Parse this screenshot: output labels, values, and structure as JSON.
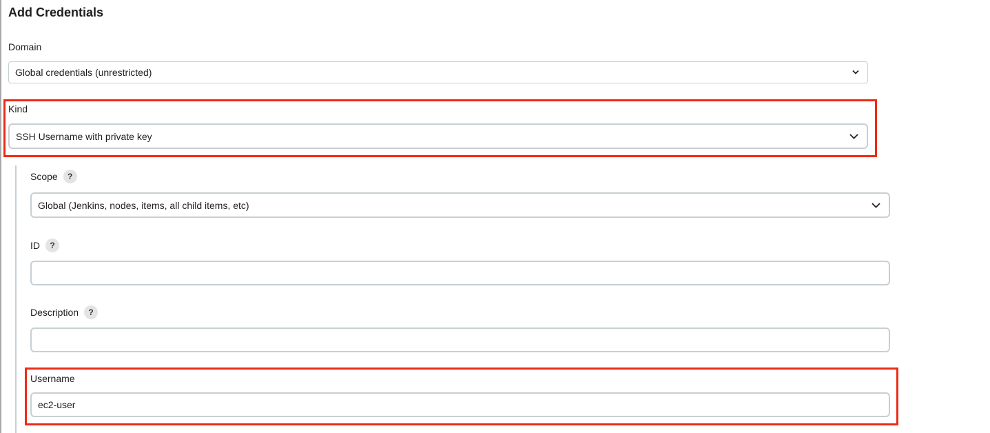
{
  "page": {
    "title": "Add Credentials"
  },
  "form": {
    "domain": {
      "label": "Domain",
      "value": "Global credentials (unrestricted)"
    },
    "kind": {
      "label": "Kind",
      "value": "SSH Username with private key"
    },
    "scope": {
      "label": "Scope",
      "help": "?",
      "value": "Global (Jenkins, nodes, items, all child items, etc)"
    },
    "id": {
      "label": "ID",
      "help": "?",
      "value": ""
    },
    "description": {
      "label": "Description",
      "help": "?",
      "value": ""
    },
    "username": {
      "label": "Username",
      "value": "ec2-user"
    }
  },
  "icons": {
    "dropdown": "chevron-down-icon",
    "help": "help-icon"
  },
  "colors": {
    "highlight": "#ef2a14",
    "field_border": "#c8cfd3",
    "help_bg": "#e4e4e4"
  }
}
